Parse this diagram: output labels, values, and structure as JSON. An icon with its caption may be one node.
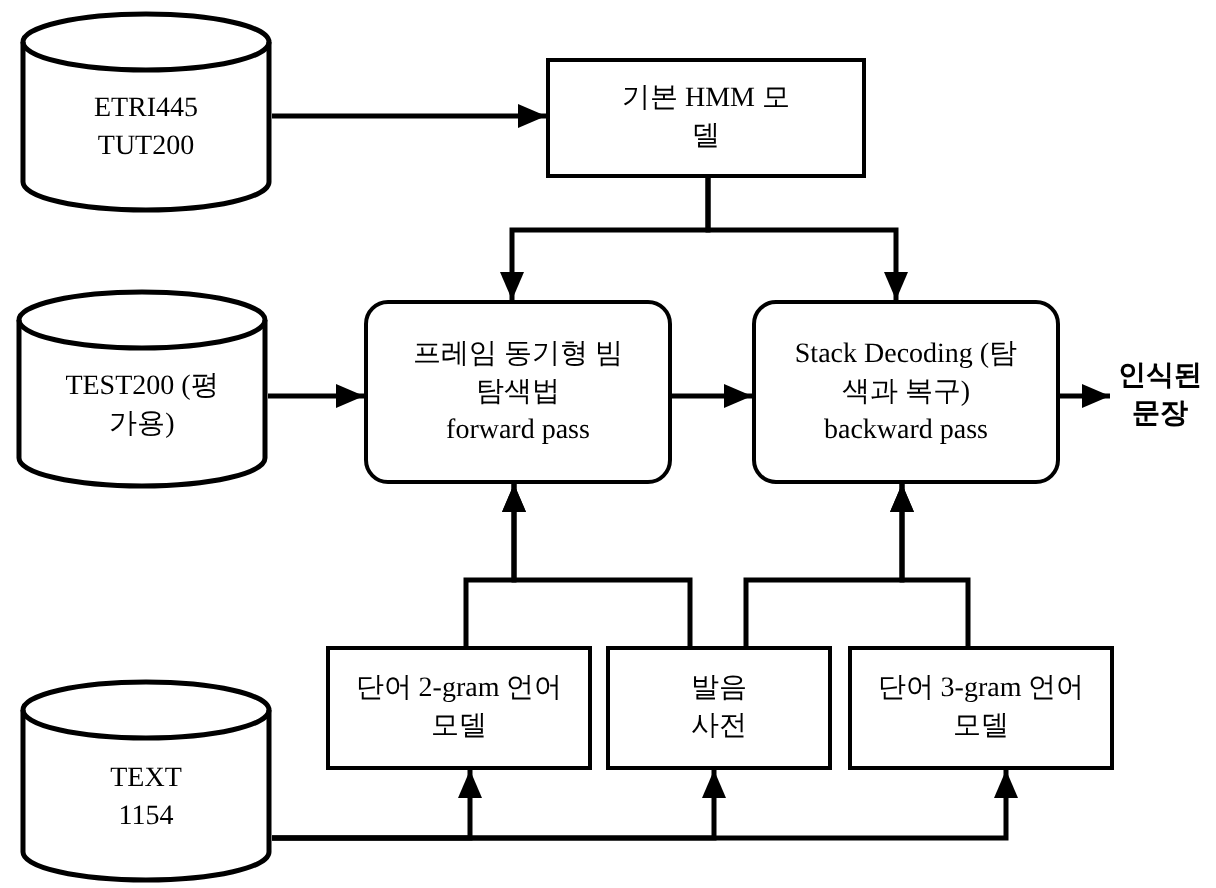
{
  "diagram": {
    "nodes": [
      {
        "text": [
          "ETRI445 TUT200"
        ]
      },
      {
        "text": [
          "기본 HMM 모델"
        ]
      },
      {
        "text": [
          "TEST200 (평가용)"
        ]
      },
      {
        "text": [
          "프레임 동기형 빔 탐색법",
          "forward pass"
        ]
      },
      {
        "text": [
          "Stack Decoding (탐색과 복구)",
          "backward pass"
        ]
      },
      {
        "text": [
          "인식된 문장"
        ]
      },
      {
        "text": [
          "단어 2-gram 언어모델"
        ]
      },
      {
        "text": [
          "발음 사전"
        ]
      },
      {
        "text": [
          "단어 3-gram 언어모델"
        ]
      },
      {
        "text": [
          "TEXT 1154"
        ]
      }
    ],
    "edges": [
      {
        "from": 0,
        "to": 1,
        "arrow": "to"
      },
      {
        "from": 1,
        "to": 3,
        "arrow": "to"
      },
      {
        "from": 1,
        "to": 4,
        "arrow": "to"
      },
      {
        "from": 2,
        "to": 3,
        "arrow": "to"
      },
      {
        "from": 3,
        "to": 4,
        "arrow": "to"
      },
      {
        "from": 4,
        "to": 5,
        "arrow": "to"
      },
      {
        "from": 6,
        "to": 3,
        "arrow": "to"
      },
      {
        "from": 7,
        "to": 3,
        "arrow": "to"
      },
      {
        "from": 7,
        "to": 4,
        "arrow": "to"
      },
      {
        "from": 8,
        "to": 4,
        "arrow": "to"
      },
      {
        "from": 9,
        "to": 6,
        "arrow": "to"
      },
      {
        "from": 9,
        "to": 7,
        "arrow": "to"
      },
      {
        "from": 9,
        "to": 8,
        "arrow": "to"
      }
    ]
  }
}
